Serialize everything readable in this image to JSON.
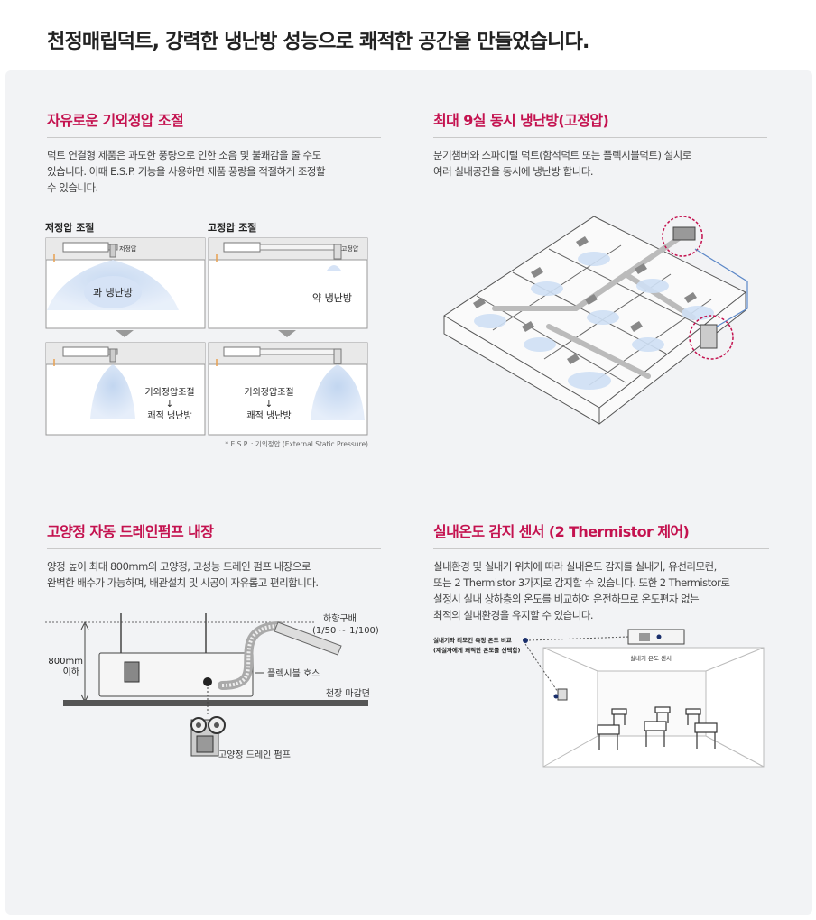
{
  "page_title": "천정매립덕트, 강력한 냉난방 성능으로 쾌적한 공간을 만들었습니다.",
  "sections": {
    "esp": {
      "title": "자유로운 기외정압 조절",
      "body": [
        "덕트 연결형 제품은 과도한 풍량으로 인한 소음 및 불쾌감을 줄 수도",
        "있습니다. 이때 E.S.P. 기능을 사용하면 제품 풍량을 적절하게 조정할",
        "수 있습니다."
      ],
      "diagram": {
        "low_label": "저정압 조절",
        "high_label": "고정압 조절",
        "unit_low": "저정압",
        "unit_high": "고정압",
        "over_text": "과 냉난방",
        "weak_text": "약 냉난방",
        "adjust_text": "기외정압조절",
        "arrow_glyph": "↓",
        "comfort_text": "쾌적 냉난방",
        "footnote": "* E.S.P. : 기외정압 (External Static Pressure)"
      }
    },
    "multiroom": {
      "title": "최대 9실 동시 냉난방(고정압)",
      "body": [
        "분기챔버와 스파이럴 덕트(함석덕트 또는 플렉시블덕트) 설치로",
        "여러 실내공간을 동시에 냉난방 합니다."
      ]
    },
    "drain": {
      "title": "고양정 자동 드레인펌프 내장",
      "body": [
        "양정 높이 최대 800mm의 고양정, 고성능 드레인 펌프 내장으로",
        "완벽한 배수가 가능하며, 배관설치 및 시공이 자유롭고 편리합니다."
      ],
      "diagram": {
        "slope_label": "하향구배",
        "slope_value": "(1/50 ~ 1/100)",
        "height_value": "800mm",
        "height_suffix": "이하",
        "hose_label": "플렉시블 호스",
        "ceiling_label": "천장 마감면",
        "pump_label": "고양정 드레인 펌프"
      }
    },
    "sensor": {
      "title": "실내온도 감지 센서 (2 Thermistor 제어)",
      "body": [
        "실내환경 및 실내기 위치에 따라 실내온도 감지를 실내기, 유선리모컨,",
        "또는 2 Thermistor 3가지로 감지할 수 있습니다. 또한 2 Thermistor로",
        "설정시 실내 상하층의 온도를 비교하여 운전하므로 온도편차 없는",
        "최적의 실내환경을 유지할 수 있습니다."
      ],
      "diagram": {
        "note_line1": "실내기와 리모컨 측정 온도 비교",
        "note_line2": "(재실자에게 쾌적한 온도를 선택함)",
        "sensor_label": "실내기 온도 센서"
      }
    }
  },
  "colors": {
    "accent": "#c4124f",
    "panel_bg": "#f2f3f5",
    "air_blue": "#c9dcf3",
    "line": "#888888"
  }
}
